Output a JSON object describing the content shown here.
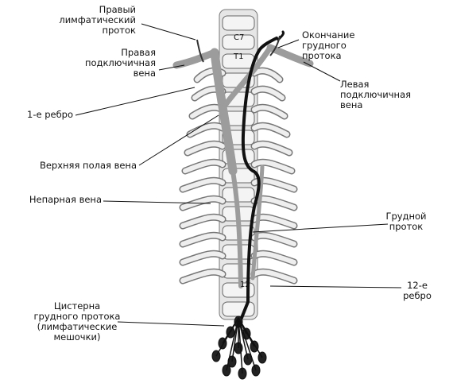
{
  "labels": {
    "right_lymph_duct": "Правый\nлимфатический\nпроток",
    "right_subclavian": "Правая\nподключичная\nвена",
    "first_rib": "1-е ребро",
    "superior_vena_cava": "Верхняя полая вена",
    "azygos_vein": "Непарная вена",
    "cisterna": "Цистерна\nгрудного протока\n(лимфатические\nмешочки)",
    "thoracic_duct_end": "Окончание\nгрудного\nпротока",
    "left_subclavian": "Левая\nподключичная\nвена",
    "thoracic_duct": "Грудной\nпроток",
    "twelfth_rib": "12-е\nребро"
  },
  "vertebrae": {
    "c7": "C7",
    "t1": "T1",
    "t12": "12"
  }
}
